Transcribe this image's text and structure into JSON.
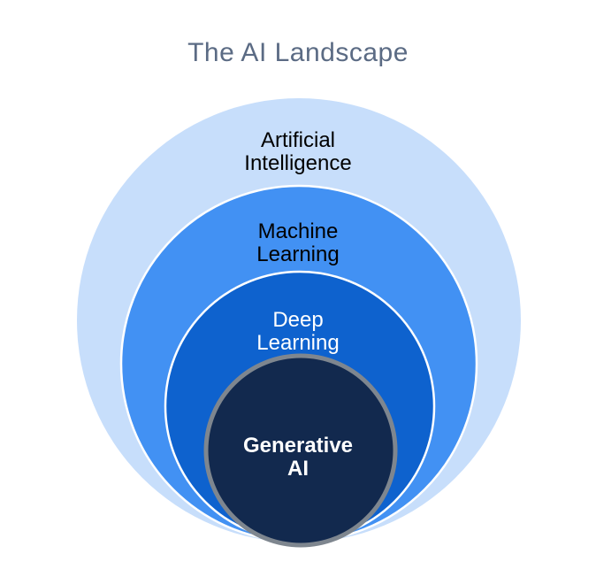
{
  "title": "The AI Landscape",
  "diagram": {
    "type": "nested-circles",
    "description": "Four concentric, bottom-tangent circles showing subsets of AI",
    "rings": [
      {
        "label": "Artificial Intelligence",
        "line1": "Artificial",
        "line2": "Intelligence",
        "fill": "#C7DEFB",
        "text_color": "#000000"
      },
      {
        "label": "Machine Learning",
        "line1": "Machine",
        "line2": "Learning",
        "fill": "#4291F3",
        "text_color": "#000000"
      },
      {
        "label": "Deep Learning",
        "line1": "Deep",
        "line2": "Learning",
        "fill": "#0E62CE",
        "text_color": "#FFFFFF"
      },
      {
        "label": "Generative AI",
        "line1": "Generative",
        "line2": "AI",
        "fill": "#12294E",
        "text_color": "#FFFFFF",
        "border_color": "#7E868F"
      }
    ],
    "colors": {
      "background": "#FFFFFF",
      "title_text": "#5B6B84",
      "ring_separator": "#FFFFFF",
      "genai_border": "#7E868F"
    }
  }
}
